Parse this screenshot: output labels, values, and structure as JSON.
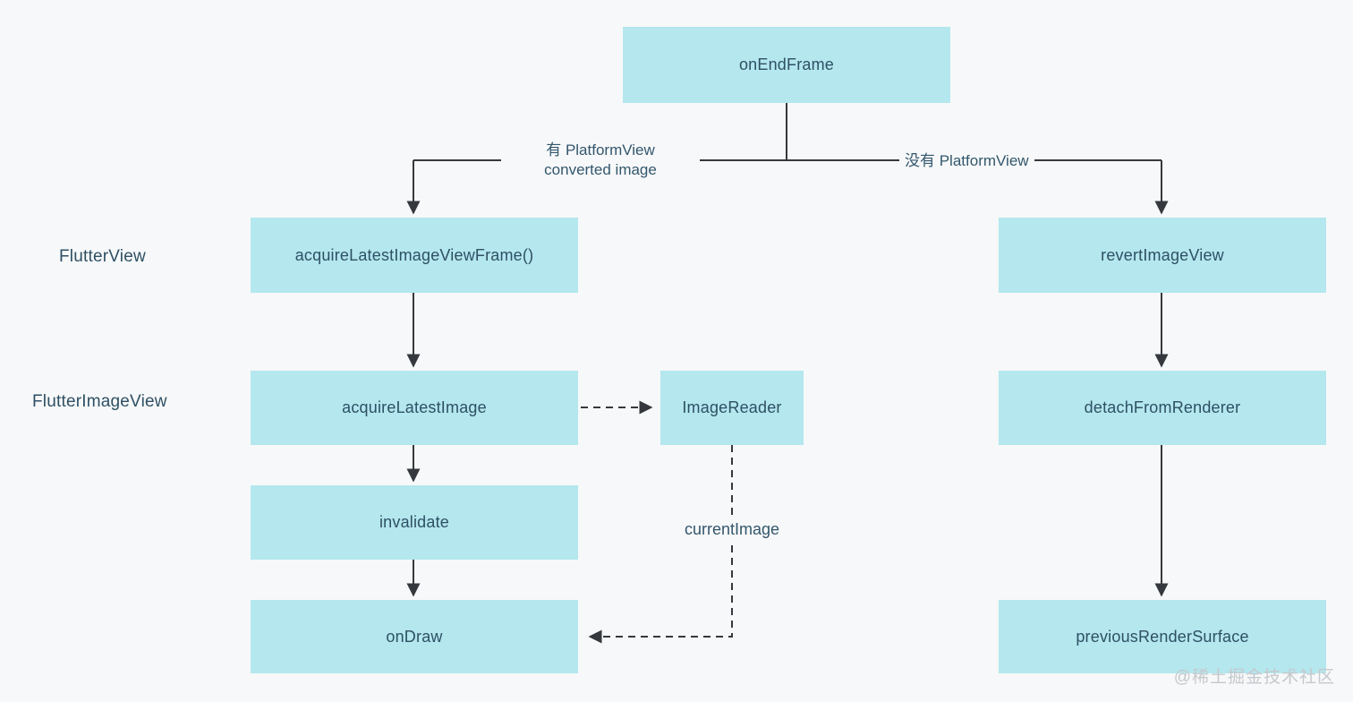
{
  "nodes": {
    "on_end_frame": "onEndFrame",
    "acquire_latest_image_view_frame": "acquireLatestImageViewFrame()",
    "acquire_latest_image": "acquireLatestImage",
    "image_reader": "ImageReader",
    "invalidate": "invalidate",
    "on_draw": "onDraw",
    "revert_image_view": "revertImageView",
    "detach_from_renderer": "detachFromRenderer",
    "previous_render_surface": "previousRenderSurface"
  },
  "row_labels": {
    "flutter_view": "FlutterView",
    "flutter_image_view": "FlutterImageView"
  },
  "edge_labels": {
    "has_platform_view_line1": "有 PlatformView",
    "has_platform_view_line2": "converted image",
    "no_platform_view": "没有 PlatformView",
    "current_image": "currentImage"
  },
  "watermark": "@稀土掘金技术社区",
  "colors": {
    "node_fill": "#b4e7ee",
    "node_text": "#2e5064",
    "line": "#35393d",
    "background": "#f7f8f9",
    "watermark": "#c5c8cc"
  }
}
